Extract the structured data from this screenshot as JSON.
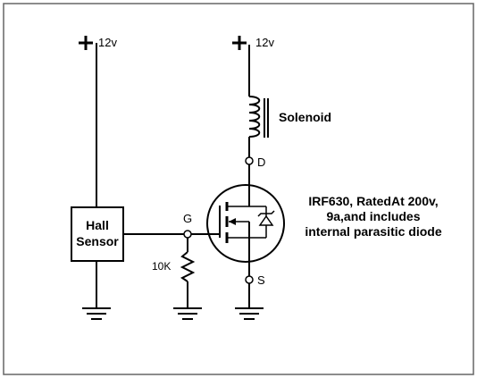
{
  "supply_left": "12v",
  "supply_right": "12v",
  "solenoid_label": "Solenoid",
  "drain_label": "D",
  "gate_label": "G",
  "source_label": "S",
  "resistor_label": "10K",
  "sensor_label_line1": "Hall",
  "sensor_label_line2": "Sensor",
  "mosfet_label_lines": [
    "IRF630, RatedAt 200v,",
    "9a,and includes",
    "internal parasitic diode"
  ]
}
